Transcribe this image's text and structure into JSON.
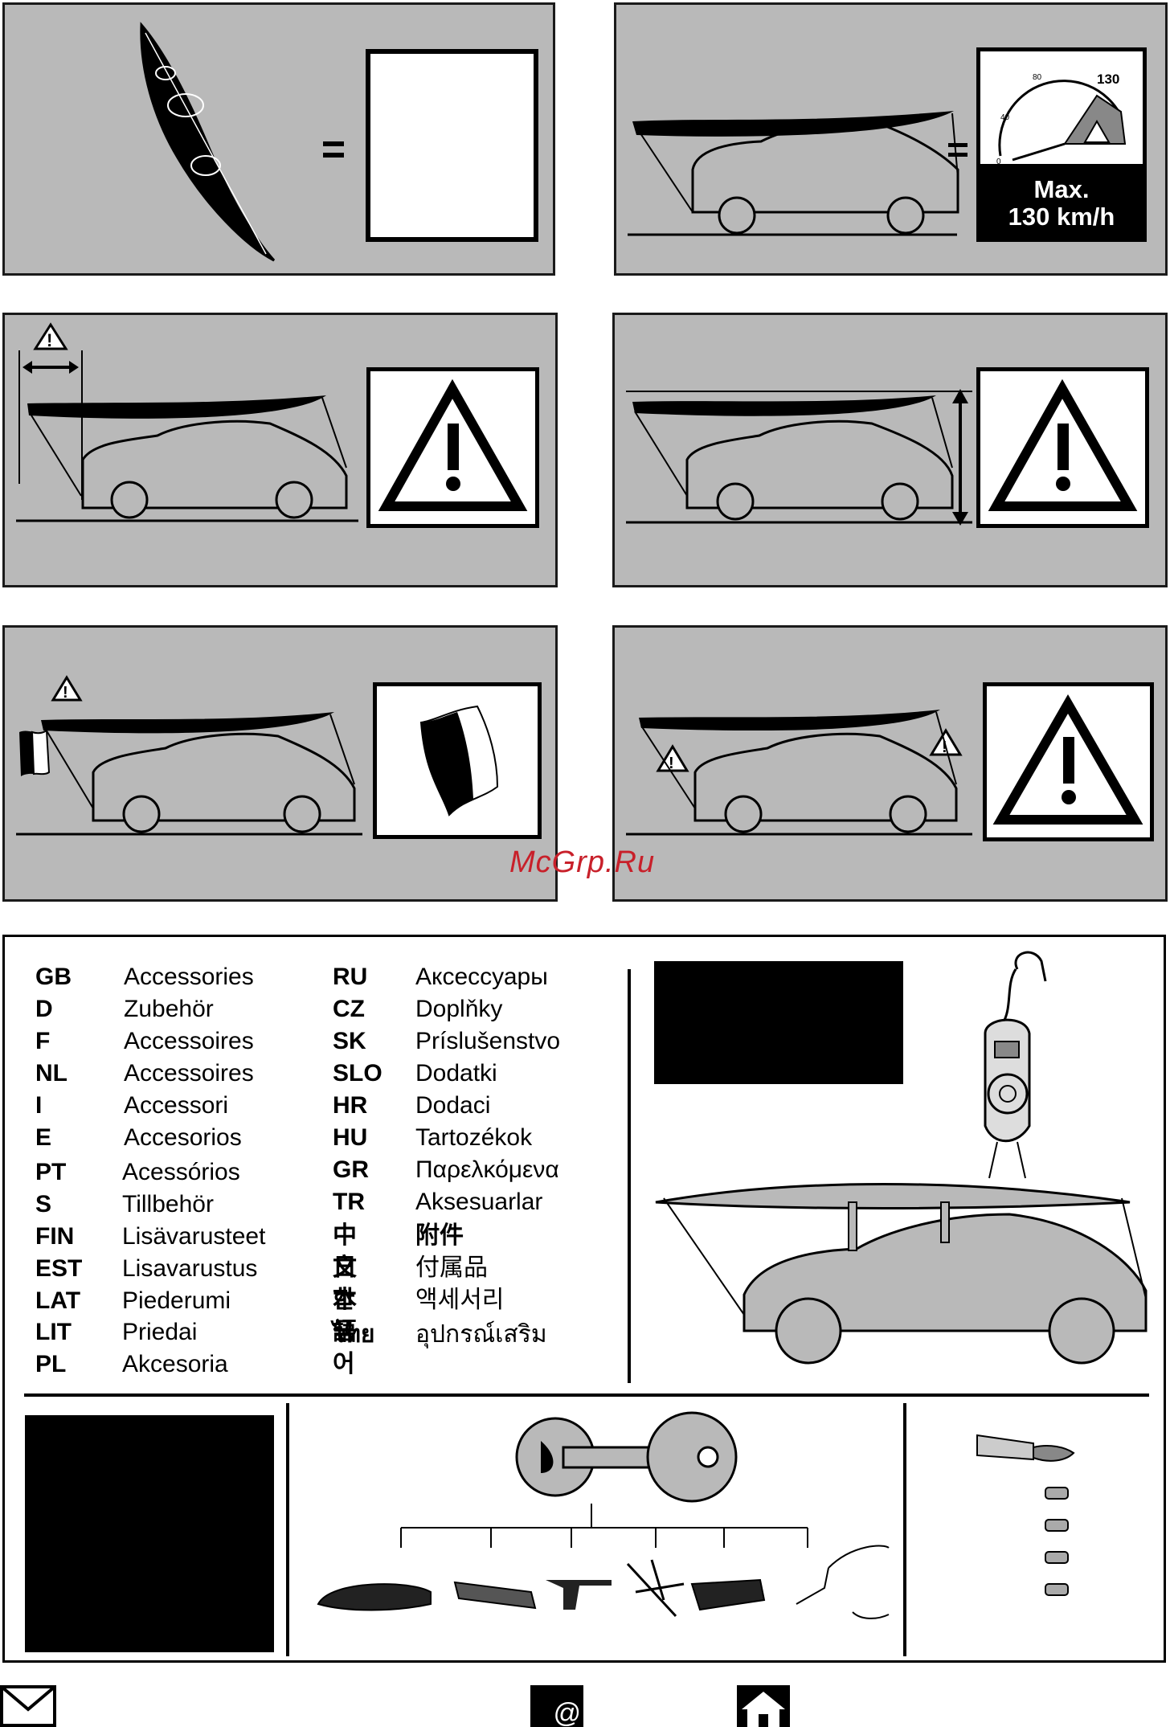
{
  "speed_sign": {
    "ticks": [
      "0",
      "40",
      "80",
      "130"
    ],
    "label_line1": "Max.",
    "label_line2": "130 km/h"
  },
  "watermark": "McGrp.Ru",
  "languages_left": [
    {
      "code": "GB",
      "word": "Accessories"
    },
    {
      "code": "D",
      "word": "Zubehör"
    },
    {
      "code": "F",
      "word": "Accessoires"
    },
    {
      "code": "NL",
      "word": "Accessoires"
    },
    {
      "code": "I",
      "word": "Accessori"
    },
    {
      "code": "E",
      "word": "Accesorios"
    },
    {
      "code": "PT",
      "word": "Acessórios"
    },
    {
      "code": "S",
      "word": "Tillbehör"
    },
    {
      "code": "FIN",
      "word": "Lisävarusteet"
    },
    {
      "code": "EST",
      "word": "Lisavarustus"
    },
    {
      "code": "LAT",
      "word": "Piederumi"
    },
    {
      "code": "LIT",
      "word": "Priedai"
    },
    {
      "code": "PL",
      "word": "Akcesoria"
    }
  ],
  "languages_right": [
    {
      "code": "RU",
      "word": "Аксессуары"
    },
    {
      "code": "CZ",
      "word": "Doplňky"
    },
    {
      "code": "SK",
      "word": "Príslušenstvo"
    },
    {
      "code": "SLO",
      "word": "Dodatki"
    },
    {
      "code": "HR",
      "word": "Dodaci"
    },
    {
      "code": "HU",
      "word": "Tartozékok"
    },
    {
      "code": "GR",
      "word": "Παρελκόμενα"
    },
    {
      "code": "TR",
      "word": "Aksesuarlar"
    },
    {
      "code": "中文",
      "word": "附件"
    },
    {
      "code": "日本語",
      "word": "付属品"
    },
    {
      "code": "한국어",
      "word": "액세서리"
    },
    {
      "code": "ไทย",
      "word": "อุปกรณ์เสริม"
    }
  ],
  "icons": {
    "mail": "envelope-icon",
    "email": "at-sign-icon",
    "home": "house-icon"
  }
}
